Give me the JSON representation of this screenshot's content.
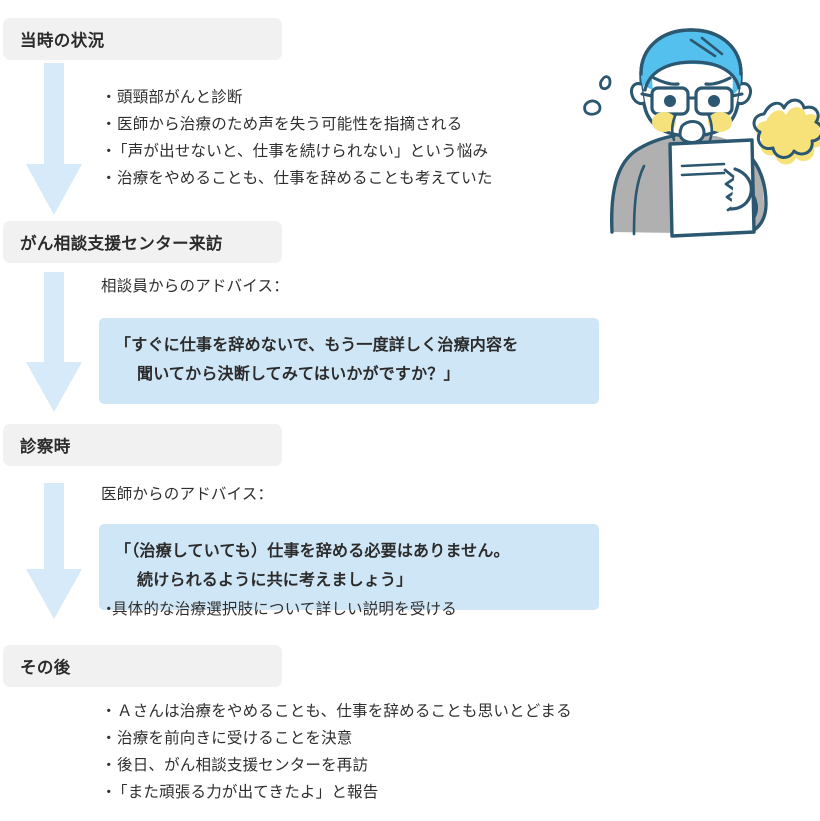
{
  "document": {
    "title": "がん相談支援センター 事例フロー"
  },
  "sections": [
    {
      "id": "situation",
      "heading": "当時の状況",
      "bullets": [
        {
          "marker": "・",
          "text": "頭頸部がんと診断",
          "tight": false
        },
        {
          "marker": "・",
          "text": "医師から治療のため声を失う可能性を指摘される",
          "tight": false
        },
        {
          "marker": "・",
          "text": "「声が出せないと、仕事を続けられない」という悩み",
          "tight": true
        },
        {
          "marker": "・",
          "text": "治療をやめることも、仕事を辞めることも考えていた",
          "tight": false
        }
      ]
    },
    {
      "id": "center-visit",
      "heading": "がん相談支援センター来訪",
      "advice_label": "相談員からのアドバイス：",
      "quote": [
        "「すぐに仕事を辞めないで、もう一度詳しく治療内容を",
        "聞いてから決断してみてはいかがですか？」"
      ]
    },
    {
      "id": "consultation",
      "heading": "診察時",
      "advice_label": "医師からのアドバイス：",
      "quote": [
        "「（治療していても）仕事を辞める必要はありません。",
        "続けられるように共に考えましょう」"
      ],
      "bullets": [
        {
          "marker": "・",
          "text": "具体的な治療選択肢について詳しい説明を受ける",
          "tight": true
        }
      ]
    },
    {
      "id": "after",
      "heading": "その後",
      "bullets": [
        {
          "marker": "・",
          "text": "Ａさんは治療をやめることも、仕事を辞めることも思いとどまる",
          "tight": false
        },
        {
          "marker": "・",
          "text": "治療を前向きに受けることを決意",
          "tight": false
        },
        {
          "marker": "・",
          "text": "後日、がん相談支援センターを再訪",
          "tight": false
        },
        {
          "marker": "・",
          "text": "「また頑張る力が出てきたよ」と報告",
          "tight": true
        }
      ]
    }
  ],
  "arrows": [
    {
      "id": "arrow-1",
      "direction": "down"
    },
    {
      "id": "arrow-2",
      "direction": "down"
    },
    {
      "id": "arrow-3",
      "direction": "down"
    }
  ],
  "illustration": {
    "name": "worried-man-with-document",
    "description": "困った表情の男性が書類を持っている挿絵"
  },
  "colors": {
    "band_background": "#f1f1f1",
    "band_text": "#2b2b2b",
    "arrow": "#d6eafa",
    "quote_background": "#cfe6f7",
    "quote_text": "#2b2b2b",
    "body_text": "#2f2f2f",
    "illustration_outline": "#2b5770",
    "illustration_hair": "#53c0ee",
    "illustration_sweater": "#b0b0b0",
    "illustration_accent": "#f7e27a",
    "illustration_cheek": "#f5e27c",
    "page_background": "#ffffff"
  }
}
